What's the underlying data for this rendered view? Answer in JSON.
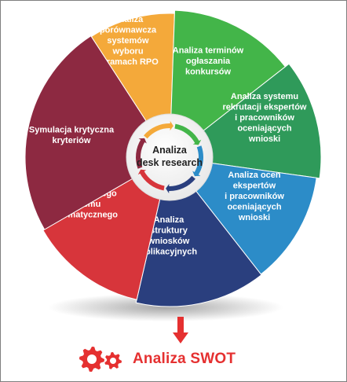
{
  "segments": [
    {
      "id": "analiza-porownawcza",
      "color": "#f4a93a",
      "lines": [
        "Analiza",
        "porównawcza",
        "systemów",
        "wyboru",
        "w ramach RPO"
      ]
    },
    {
      "id": "analiza-terminow",
      "color": "#43b549",
      "lines": [
        "Analiza terminów",
        "ogłaszania",
        "konkursów"
      ]
    },
    {
      "id": "analiza-systemu-rekrutacji",
      "color": "#2f9a5a",
      "lines": [
        "Analiza systemu",
        "rekrutacji ekspertów",
        "i pracowników",
        "oceniających",
        "wnioski"
      ]
    },
    {
      "id": "analiza-ocen",
      "color": "#2c8cc8",
      "lines": [
        "Analiza ocen",
        "ekspertów",
        "i pracowników",
        "oceniających",
        "wnioski"
      ]
    },
    {
      "id": "analiza-struktury",
      "color": "#2a3f7e",
      "lines": [
        "Analiza",
        "struktury",
        "wniosków",
        "aplikacyjnych"
      ]
    },
    {
      "id": "audyt-systemu",
      "color": "#d7353b",
      "lines": [
        "Audyt lokalnego",
        "systemu",
        "informatycznego"
      ]
    },
    {
      "id": "symulacja-kryteriow",
      "color": "#8d2941",
      "lines": [
        "Symulacja krytyczna",
        "kryteriów"
      ]
    }
  ],
  "center": {
    "lines": [
      "Analiza",
      "desk research"
    ]
  },
  "output": {
    "title": "Analiza SWOT"
  },
  "colors": {
    "accent": "#e53030",
    "ring": [
      "#43b549",
      "#2c8cc8",
      "#2a3f7e",
      "#d7353b",
      "#8d2941",
      "#f4a93a"
    ]
  },
  "icons": {
    "arrow": "down-arrow-icon",
    "gears": "gears-icon"
  }
}
